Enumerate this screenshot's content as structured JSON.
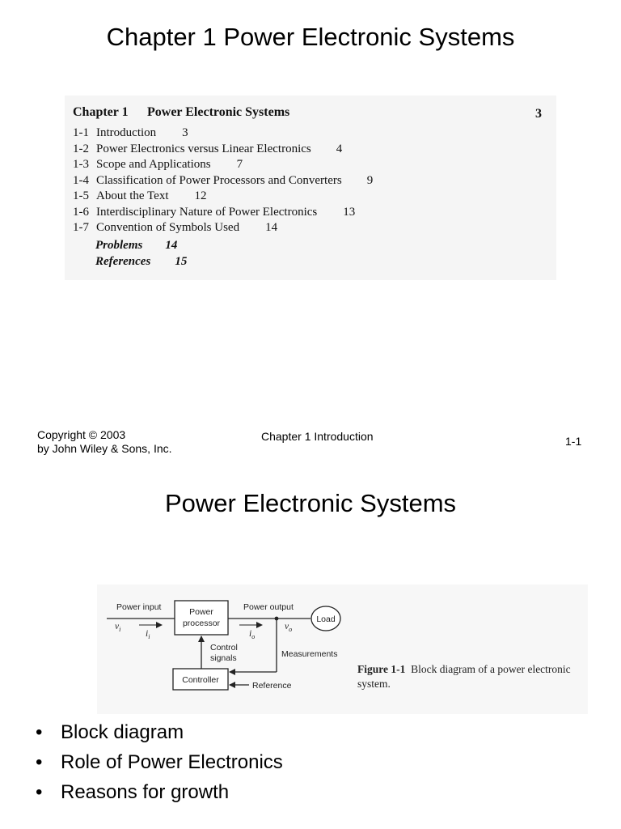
{
  "slide1": {
    "title": "Chapter 1 Power Electronic Systems",
    "toc": {
      "heading_number": "Chapter 1",
      "heading_title": "Power Electronic Systems",
      "heading_page": "3",
      "sections": [
        {
          "number": "1-1",
          "title": "Introduction",
          "page": "3"
        },
        {
          "number": "1-2",
          "title": "Power Electronics versus Linear Electronics",
          "page": "4"
        },
        {
          "number": "1-3",
          "title": "Scope and Applications",
          "page": "7"
        },
        {
          "number": "1-4",
          "title": "Classification of Power Processors and Converters",
          "page": "9"
        },
        {
          "number": "1-5",
          "title": "About the Text",
          "page": "12"
        },
        {
          "number": "1-6",
          "title": "Interdisciplinary Nature of Power Electronics",
          "page": "13"
        },
        {
          "number": "1-7",
          "title": "Convention of Symbols Used",
          "page": "14"
        }
      ],
      "extras": [
        {
          "title": "Problems",
          "page": "14"
        },
        {
          "title": "References",
          "page": "15"
        }
      ]
    },
    "footer": {
      "copyright_line1": "Copyright © 2003",
      "copyright_line2": "by John Wiley & Sons, Inc.",
      "center": "Chapter 1 Introduction",
      "page": "1-1"
    }
  },
  "slide2": {
    "title": "Power Electronic Systems",
    "diagram": {
      "power_input": "Power input",
      "v_i": "v",
      "v_i_sub": "i",
      "i_i": "i",
      "i_i_sub": "i",
      "processor_line1": "Power",
      "processor_line2": "processor",
      "power_output": "Power output",
      "i_o": "i",
      "i_o_sub": "o",
      "v_o": "v",
      "v_o_sub": "o",
      "load": "Load",
      "control_line1": "Control",
      "control_line2": "signals",
      "measurements": "Measurements",
      "controller": "Controller",
      "reference": "Reference"
    },
    "caption_label": "Figure 1-1",
    "caption_text": "Block diagram of a power electronic system.",
    "bullets": [
      "Block diagram",
      "Role of Power Electronics",
      "Reasons for growth"
    ]
  }
}
